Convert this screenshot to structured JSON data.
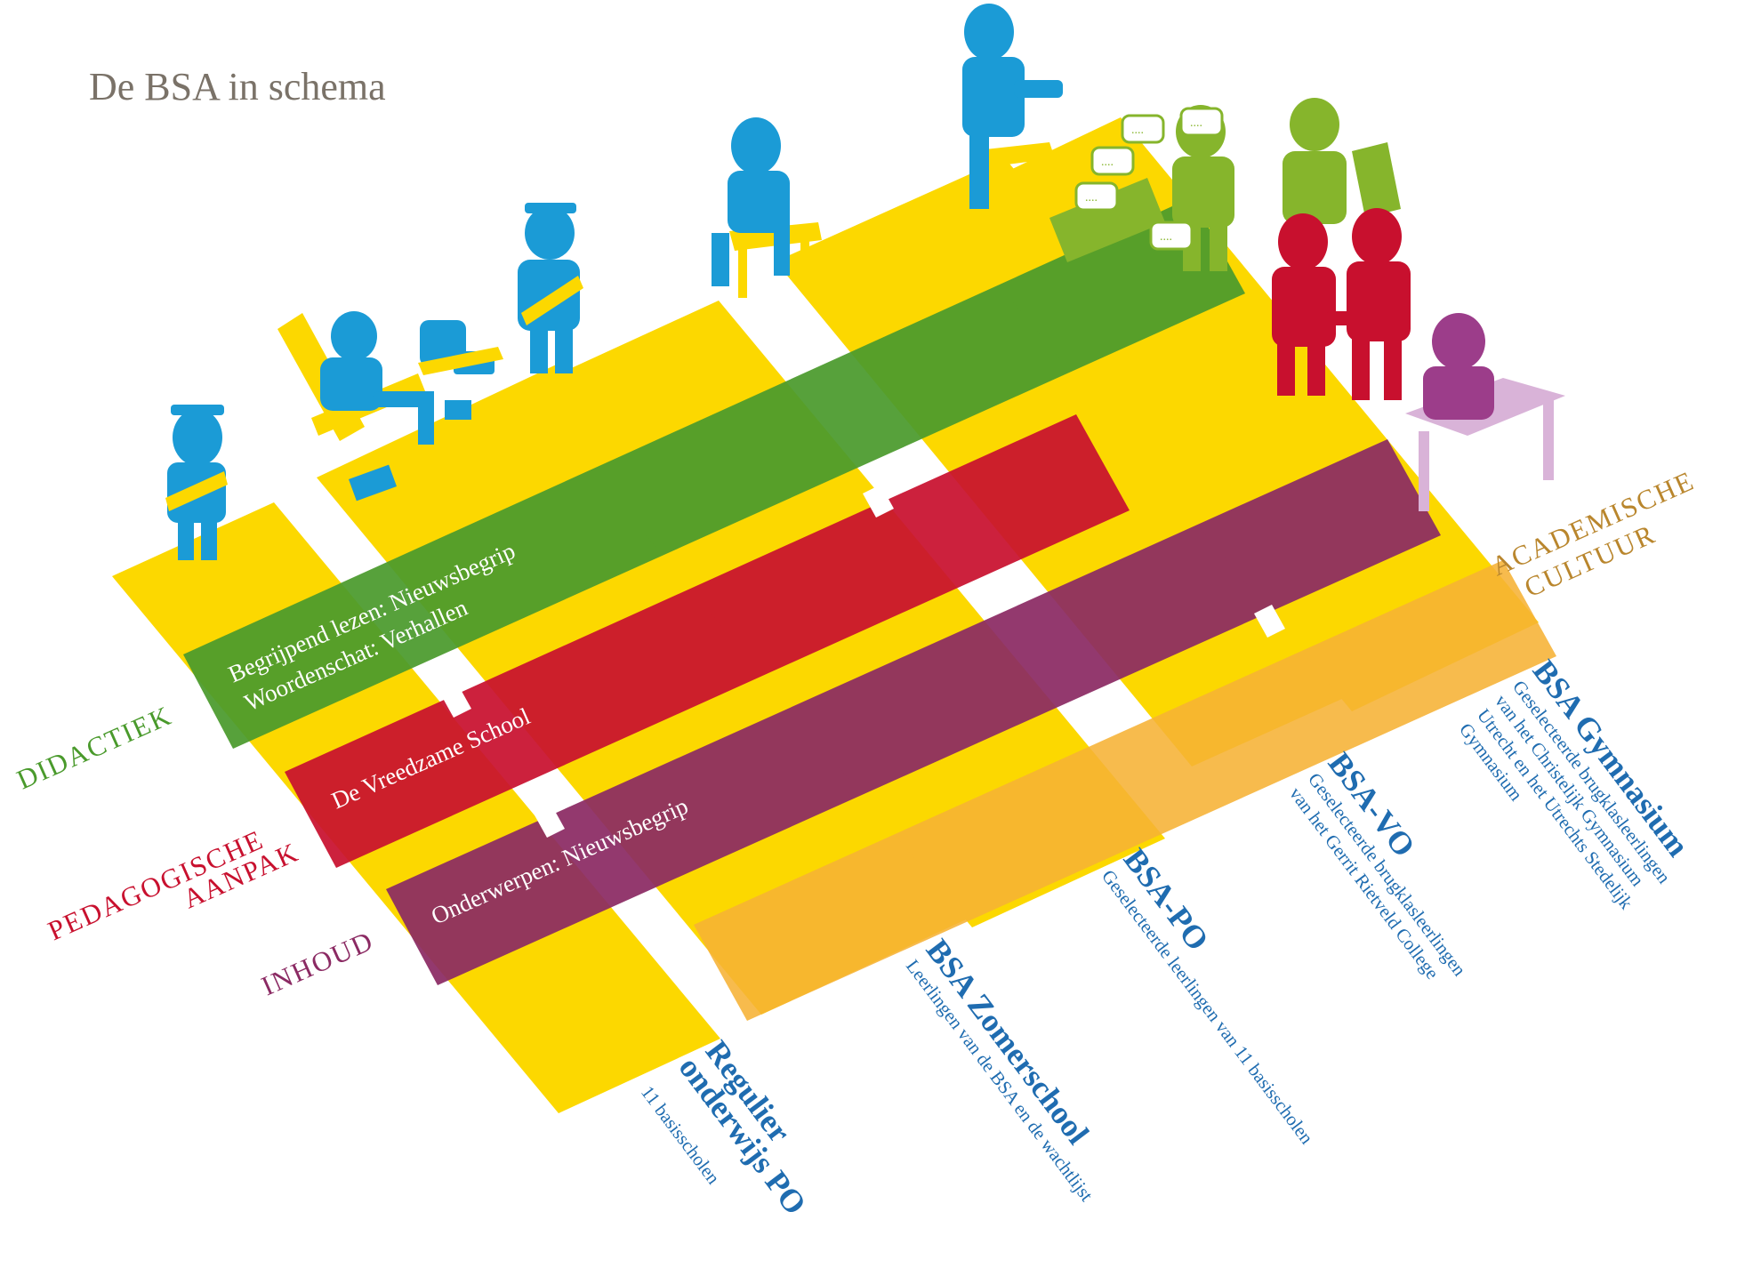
{
  "page_title": "De BSA in schema",
  "colors": {
    "yellow": "#fcd800",
    "orange": "#f6b234",
    "green": "#4a9a2c",
    "red": "#c8102e",
    "purple": "#8b2a63",
    "blue_text": "#1f6cb0",
    "figure_blue": "#1b9bd6",
    "figure_green": "#86b52c",
    "figure_red": "#c8102e",
    "figure_purple": "#9c3d8a",
    "grey_title": "#7a7268"
  },
  "bands": [
    {
      "id": "didactiek",
      "label": "DIDACTIEK",
      "color": "#4a9a2c",
      "text_lines": [
        "Begrijpend lezen: Nieuwsbegrip",
        "Woordenschat: Verhallen"
      ]
    },
    {
      "id": "pedagogische",
      "label_lines": [
        "PEDAGOGISCHE",
        "AANPAK"
      ],
      "color": "#c8102e",
      "text_lines": [
        "De Vreedzame School"
      ]
    },
    {
      "id": "inhoud",
      "label": "INHOUD",
      "color": "#8b2a63",
      "text_lines": [
        "Onderwerpen: Nieuwsbegrip"
      ]
    },
    {
      "id": "academische",
      "label_lines": [
        "ACADEMISCHE",
        "CULTUUR"
      ],
      "color": "#f6b234",
      "text_lines": []
    }
  ],
  "columns": [
    {
      "id": "regulier",
      "title_lines": [
        "Regulier",
        "onderwijs PO"
      ],
      "sub_lines": [
        "11 basisscholen"
      ]
    },
    {
      "id": "zomerschool",
      "title_lines": [
        "BSA Zomerschool"
      ],
      "sub_lines": [
        "Leerlingen van de BSA en de wachtlijst"
      ]
    },
    {
      "id": "bsa-po",
      "title_lines": [
        "BSA-PO"
      ],
      "sub_lines": [
        "Geselecteerde leerlingen van 11 basisscholen"
      ]
    },
    {
      "id": "bsa-vo",
      "title_lines": [
        "BSA-VO"
      ],
      "sub_lines": [
        "Geselecteerde brugklasleerlingen",
        "van het Gerrit Rietveld College"
      ]
    },
    {
      "id": "gymnasium",
      "title_lines": [
        "BSA Gymnasium"
      ],
      "sub_lines": [
        "Geselecteerde brugklasleerlingen",
        "van het Christelijk Gymnasium",
        "Utrecht en het Utrechts Stedelijk",
        "Gymnasium"
      ]
    }
  ],
  "speech_bubbles": [
    "....",
    "....",
    "....",
    "....",
    "...."
  ]
}
